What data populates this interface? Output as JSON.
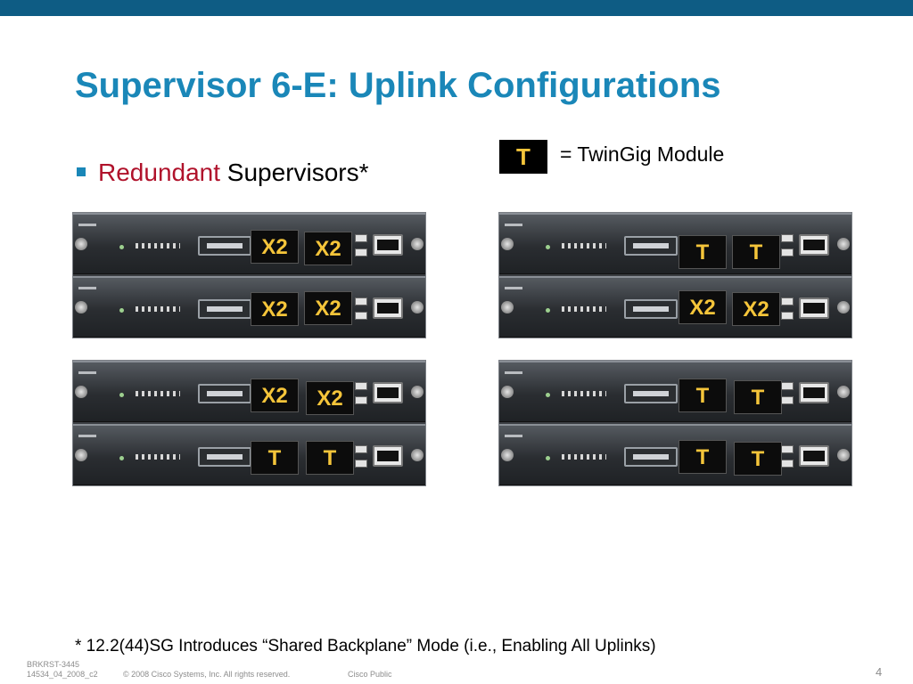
{
  "slide": {
    "title": "Supervisor 6-E: Uplink Configurations",
    "bullet": {
      "red_text": "Redundant",
      "black_text": "Supervisors*"
    },
    "legend": {
      "box_label": "T",
      "text": "= TwinGig Module"
    },
    "chassis": [
      {
        "top": {
          "left_module": "X2",
          "right_module": "X2"
        },
        "bottom": {
          "left_module": "X2",
          "right_module": "X2"
        }
      },
      {
        "top": {
          "left_module": "T",
          "right_module": "T"
        },
        "bottom": {
          "left_module": "X2",
          "right_module": "X2"
        }
      },
      {
        "top": {
          "left_module": "X2",
          "right_module": "X2"
        },
        "bottom": {
          "left_module": "T",
          "right_module": "T"
        }
      },
      {
        "top": {
          "left_module": "T",
          "right_module": "T"
        },
        "bottom": {
          "left_module": "T",
          "right_module": "T"
        }
      }
    ],
    "footnote": "* 12.2(44)SG Introduces “Shared Backplane” Mode (i.e., Enabling All Uplinks)"
  },
  "footer": {
    "session_id": "BRKRST-3445",
    "doc_id": "14534_04_2008_c2",
    "copyright": "© 2008 Cisco Systems, Inc. All rights reserved.",
    "classification": "Cisco Public",
    "page_number": "4"
  },
  "colors": {
    "top_bar": "#0e5c84",
    "title": "#1a87b8",
    "red": "#b0122b",
    "module_text": "#f5c53a"
  }
}
